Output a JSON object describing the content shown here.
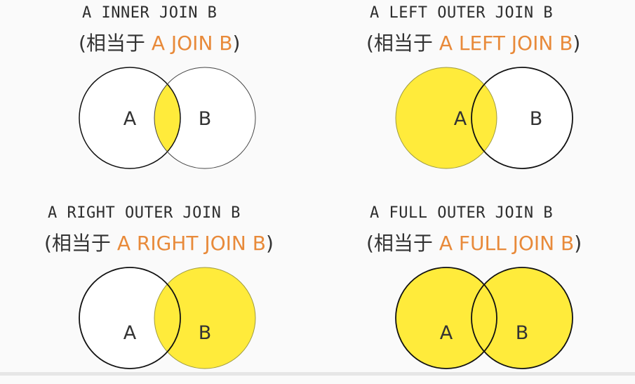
{
  "colors": {
    "fill": "#ffeb3b",
    "stroke": "#111111",
    "accent": "#e88a3a",
    "empty": "#ffffff"
  },
  "panels": [
    {
      "title": "A INNER JOIN B",
      "subtitle_open": "(相当于 ",
      "subtitle_keyword": "A JOIN B",
      "subtitle_close": ")",
      "label_a": "A",
      "label_b": "B",
      "highlight": "intersection"
    },
    {
      "title": "A LEFT OUTER JOIN B",
      "subtitle_open": "(相当于 ",
      "subtitle_keyword": "A LEFT JOIN B",
      "subtitle_close": ")",
      "label_a": "A",
      "label_b": "B",
      "highlight": "left"
    },
    {
      "title": "A RIGHT OUTER JOIN B",
      "subtitle_open": "(相当于 ",
      "subtitle_keyword": "A RIGHT JOIN B",
      "subtitle_close": ")",
      "label_a": "A",
      "label_b": "B",
      "highlight": "right"
    },
    {
      "title": "A FULL OUTER JOIN B",
      "subtitle_open": "(相当于 ",
      "subtitle_keyword": "A FULL JOIN B",
      "subtitle_close": ")",
      "label_a": "A",
      "label_b": "B",
      "highlight": "full"
    }
  ]
}
